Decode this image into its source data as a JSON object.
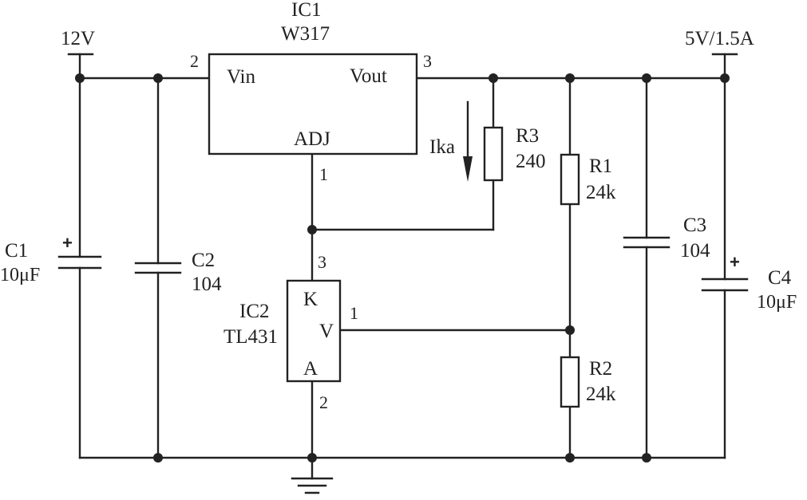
{
  "rails": {
    "input_voltage": "12V",
    "output_voltage": "5V/1.5A"
  },
  "ic1": {
    "ref": "IC1",
    "part": "W317",
    "pin_vin": "Vin",
    "pin_vout": "Vout",
    "pin_adj": "ADJ",
    "pin_num_vin": "2",
    "pin_num_vout": "3",
    "pin_num_adj": "1"
  },
  "ic2": {
    "ref": "IC2",
    "part": "TL431",
    "pin_k": "K",
    "pin_v": "V",
    "pin_a": "A",
    "pin_num_k": "3",
    "pin_num_v": "1",
    "pin_num_a": "2"
  },
  "resistors": {
    "r1": {
      "ref": "R1",
      "value": "24k"
    },
    "r2": {
      "ref": "R2",
      "value": "24k"
    },
    "r3": {
      "ref": "R3",
      "value": "240"
    }
  },
  "capacitors": {
    "c1": {
      "ref": "C1",
      "value": "10μF",
      "polarity": "+"
    },
    "c2": {
      "ref": "C2",
      "value": "104"
    },
    "c3": {
      "ref": "C3",
      "value": "104"
    },
    "c4": {
      "ref": "C4",
      "value": "10μF",
      "polarity": "+"
    }
  },
  "current_label": "Ika"
}
